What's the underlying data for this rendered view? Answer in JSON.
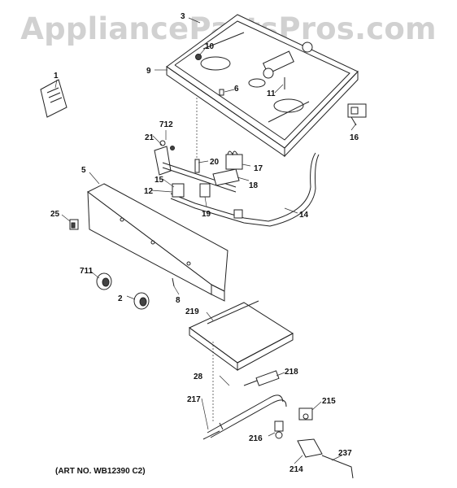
{
  "watermark": "AppliancePartsPros.com",
  "art_number": "(ART NO. WB12390 C2)",
  "callouts": [
    "1",
    "2",
    "3",
    "5",
    "6",
    "8",
    "9",
    "10",
    "11",
    "12",
    "14",
    "15",
    "16",
    "17",
    "18",
    "19",
    "20",
    "21",
    "25",
    "28",
    "214",
    "215",
    "216",
    "217",
    "218",
    "219",
    "237",
    "711",
    "712"
  ]
}
